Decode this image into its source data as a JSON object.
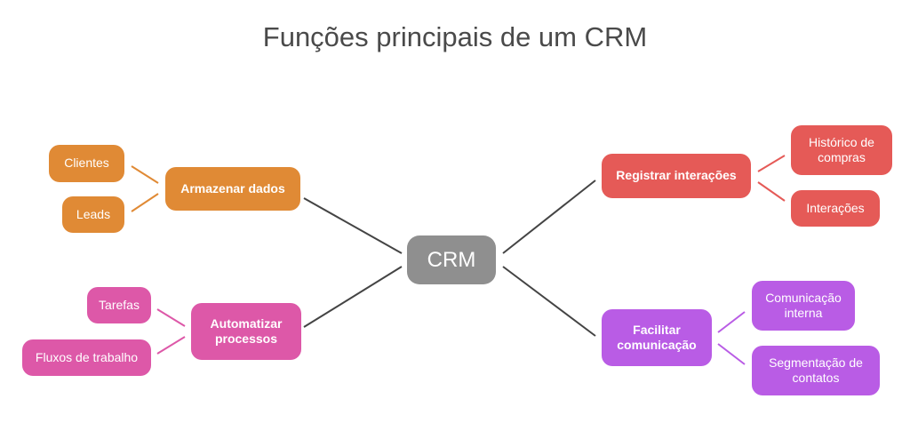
{
  "title": "Funções principais de um CRM",
  "colors": {
    "center": "#8f8f8f",
    "armazenar": "#e08a35",
    "automatizar": "#dd58a8",
    "registrar": "#e55a57",
    "facilitar": "#b95ce5",
    "connector": "#444444",
    "title": "#4a4a4a"
  },
  "center": {
    "label": "CRM"
  },
  "branches": [
    {
      "label": "Armazenar dados",
      "children": [
        "Clientes",
        "Leads"
      ]
    },
    {
      "label": "Automatizar processos",
      "children": [
        "Tarefas",
        "Fluxos de trabalho"
      ]
    },
    {
      "label": "Registrar interações",
      "children": [
        "Histórico de compras",
        "Interações"
      ]
    },
    {
      "label": "Facilitar comunicação",
      "children": [
        "Comunicação interna",
        "Segmentação de contatos"
      ]
    }
  ]
}
